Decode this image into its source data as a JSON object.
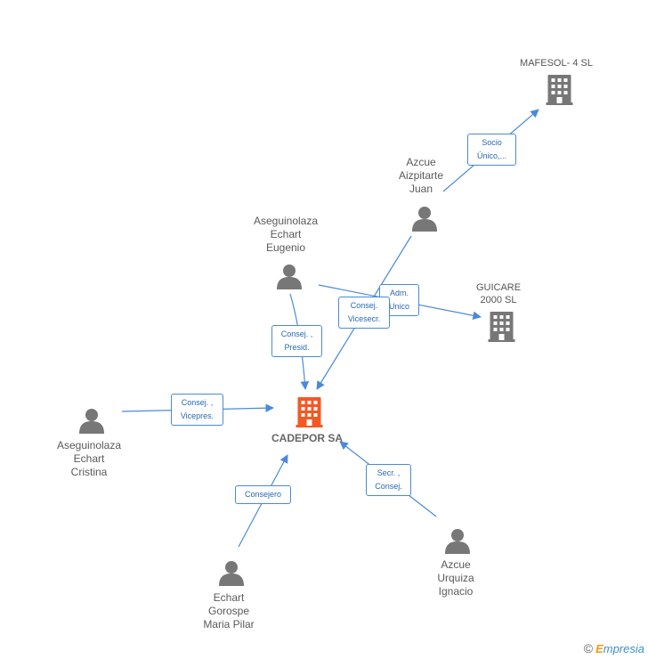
{
  "colors": {
    "arrow": "#4a8ad8",
    "person": "#777777",
    "building": "#777777",
    "center_building": "#f15a24",
    "label": "#5a5a5a",
    "relation_text": "#2a68b4"
  },
  "center": {
    "name": "CADEPOR SA",
    "icon": "building-icon"
  },
  "companies": [
    {
      "name_lines": [
        "MAFESOL- 4 SL"
      ],
      "icon": "building-icon"
    },
    {
      "name_lines": [
        "GUICARE",
        "2000  SL"
      ],
      "icon": "building-icon"
    }
  ],
  "people": [
    {
      "name_lines": [
        "Azcue",
        "Aizpitarte",
        "Juan"
      ],
      "icon": "person-icon"
    },
    {
      "name_lines": [
        "Aseguinolaza",
        "Echart",
        "Eugenio"
      ],
      "icon": "person-icon"
    },
    {
      "name_lines": [
        "Aseguinolaza",
        "Echart",
        "Cristina"
      ],
      "icon": "person-icon"
    },
    {
      "name_lines": [
        "Echart",
        "Gorospe",
        "Maria Pilar"
      ],
      "icon": "person-icon"
    },
    {
      "name_lines": [
        "Azcue",
        "Urquiza",
        "Ignacio"
      ],
      "icon": "person-icon"
    }
  ],
  "relations": [
    {
      "lines": [
        "Socio",
        "Único,..."
      ]
    },
    {
      "lines": [
        "Adm.",
        "Unico"
      ]
    },
    {
      "lines": [
        "Consej.",
        "Vicesecr."
      ]
    },
    {
      "lines": [
        "Consej. ,",
        "Presid."
      ]
    },
    {
      "lines": [
        "Consej. ,",
        "Vicepres."
      ]
    },
    {
      "lines": [
        "Consejero"
      ]
    },
    {
      "lines": [
        "Secr. ,",
        "Consej."
      ]
    }
  ],
  "footer": {
    "copyright": "©",
    "brand_e": "E",
    "brand_rest": "mpresia"
  }
}
